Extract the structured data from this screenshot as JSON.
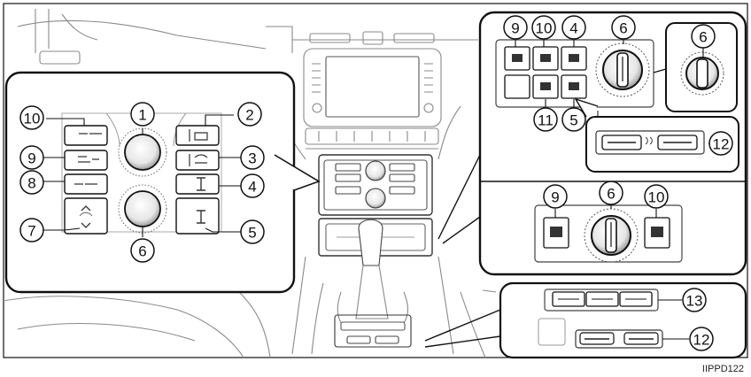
{
  "figure_code": "IIPPD122",
  "callouts": {
    "c1": "1",
    "c2": "2",
    "c3": "3",
    "c4": "4",
    "c5": "5",
    "c6": "6",
    "c7": "7",
    "c8": "8",
    "c9": "9",
    "c10": "10",
    "c11": "11",
    "c12": "12",
    "c13": "13"
  },
  "colors": {
    "line": "#111111",
    "gray": "#777777",
    "light": "#bbbbbb",
    "panel": "#ffffff"
  }
}
